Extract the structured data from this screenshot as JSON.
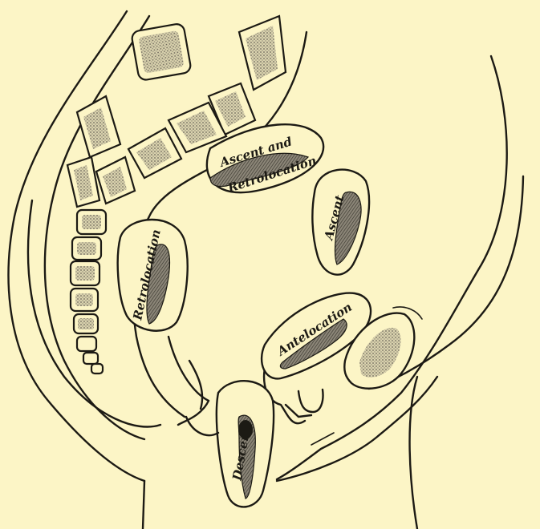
{
  "labels": {
    "ascent_and_retrolocation_line1": "Ascent and",
    "ascent_and_retrolocation_line2": "Retrolocation",
    "ascent": "Ascent",
    "retrolocation": "Retrolocation",
    "antelocation": "Antelocation",
    "descent": "Descent"
  },
  "colors": {
    "paper": "#fcf5c6",
    "ink": "#1c1a14",
    "shading": "#7a7468"
  }
}
